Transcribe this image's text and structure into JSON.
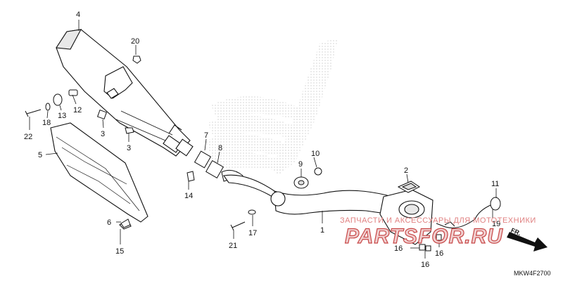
{
  "diagram_code": "MKW4F2700",
  "front_marker": "FR.",
  "watermark": {
    "text": "ЗАПЧАСТИ И АКСЕССУАРЫ ДЛЯ МОТОТЕХНИКИ",
    "logo": "PARTSFOR.RU",
    "color": "#c84848"
  },
  "callouts": [
    {
      "id": "p4",
      "label": "4"
    },
    {
      "id": "p20",
      "label": "20"
    },
    {
      "id": "p12",
      "label": "12"
    },
    {
      "id": "p13",
      "label": "13"
    },
    {
      "id": "p18",
      "label": "18"
    },
    {
      "id": "p22",
      "label": "22"
    },
    {
      "id": "p3a",
      "label": "3"
    },
    {
      "id": "p3b",
      "label": "3"
    },
    {
      "id": "p5",
      "label": "5"
    },
    {
      "id": "p7",
      "label": "7"
    },
    {
      "id": "p8",
      "label": "8"
    },
    {
      "id": "p14",
      "label": "14"
    },
    {
      "id": "p9",
      "label": "9"
    },
    {
      "id": "p10",
      "label": "10"
    },
    {
      "id": "p2",
      "label": "2"
    },
    {
      "id": "p11",
      "label": "11"
    },
    {
      "id": "p19",
      "label": "19"
    },
    {
      "id": "p1",
      "label": "1"
    },
    {
      "id": "p6",
      "label": "6"
    },
    {
      "id": "p15",
      "label": "15"
    },
    {
      "id": "p17",
      "label": "17"
    },
    {
      "id": "p21",
      "label": "21"
    },
    {
      "id": "p16a",
      "label": "16"
    },
    {
      "id": "p16b",
      "label": "16"
    },
    {
      "id": "p16c",
      "label": "16"
    }
  ]
}
